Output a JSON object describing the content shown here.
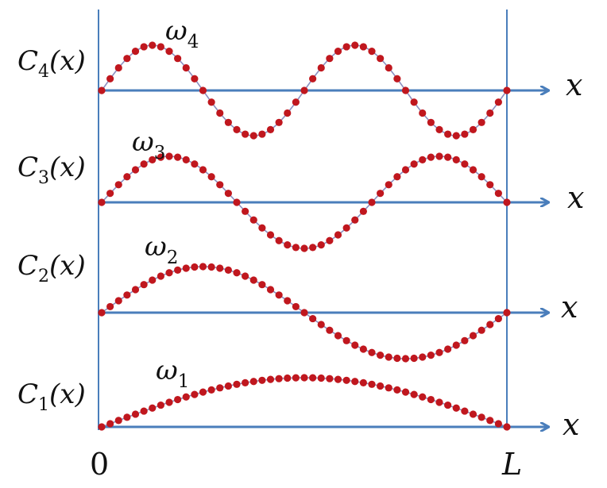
{
  "colors": {
    "axis": "#4A7EBB",
    "boundary": "#4A7EBB",
    "curve_line": "#8B8FC0",
    "curve_dot": "#C0171E",
    "text": "#111111",
    "background": "#FFFFFF"
  },
  "labels": {
    "origin": "0",
    "end": "L",
    "axis_var": "x"
  },
  "modes": [
    {
      "id": 4,
      "func": "C",
      "sub": "4",
      "arg": "(x)",
      "freq_symbol": "ω",
      "freq_sub": "4",
      "half_waves": 4
    },
    {
      "id": 3,
      "func": "C",
      "sub": "3",
      "arg": "(x)",
      "freq_symbol": "ω",
      "freq_sub": "3",
      "half_waves": 3
    },
    {
      "id": 2,
      "func": "C",
      "sub": "2",
      "arg": "(x)",
      "freq_symbol": "ω",
      "freq_sub": "2",
      "half_waves": 2
    },
    {
      "id": 1,
      "func": "C",
      "sub": "1",
      "arg": "(x)",
      "freq_symbol": "ω",
      "freq_sub": "1",
      "half_waves": 1
    }
  ]
}
